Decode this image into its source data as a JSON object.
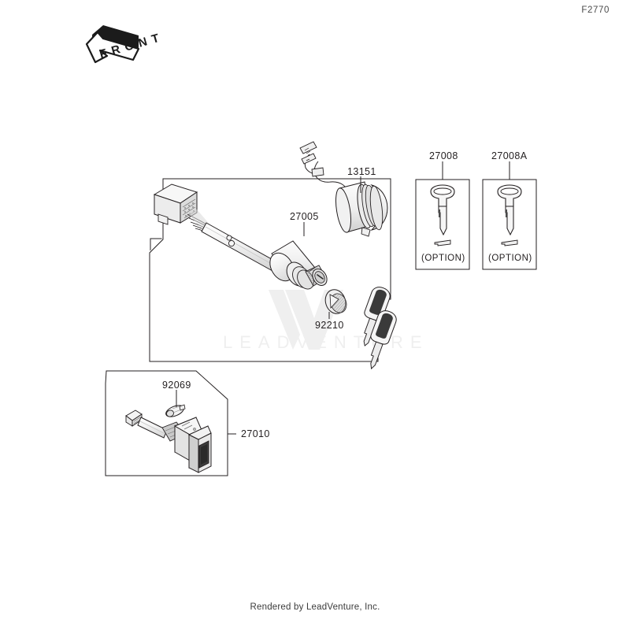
{
  "sheet": {
    "code": "F2770",
    "front_marker": "FRONT",
    "footer": "Rendered by LeadVenture, Inc.",
    "watermark_text": "LEADVENTURE",
    "watermark_logo": "leadventure-v-logo"
  },
  "callouts": [
    {
      "id": "13151",
      "label": "13151",
      "part": "solenoid-relay"
    },
    {
      "id": "27005",
      "label": "27005",
      "part": "ignition-switch"
    },
    {
      "id": "92210",
      "label": "92210",
      "part": "lock-nut"
    },
    {
      "id": "92069",
      "label": "92069",
      "part": "bulb"
    },
    {
      "id": "27010",
      "label": "27010",
      "part": "push-button-switch"
    }
  ],
  "key_boxes": [
    {
      "label": "27008",
      "option": "(OPTION)",
      "part": "key-blank"
    },
    {
      "label": "27008A",
      "option": "(OPTION)",
      "part": "key-blank-a"
    }
  ],
  "colors": {
    "line": "#231f20",
    "text": "#231f20",
    "watermark": "#efefef",
    "shade_light": "#f2f2f2",
    "shade_mid": "#d8d8d8",
    "shade_dark": "#8d8d8d",
    "background": "#ffffff"
  }
}
